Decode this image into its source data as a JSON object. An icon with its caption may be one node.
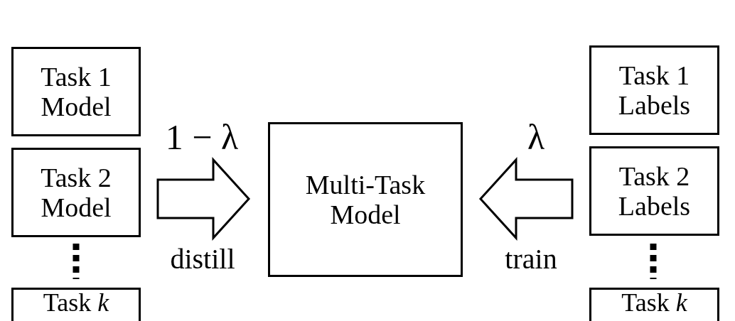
{
  "diagram": {
    "nodes": [
      {
        "text": [
          "Task 1 Model"
        ]
      },
      {
        "text": [
          "Task 2 Model"
        ]
      },
      {
        "text": [
          "Task *k*"
        ]
      },
      {
        "text": [
          "Multi-Task Model"
        ]
      },
      {
        "text": [
          "Task 1 Labels"
        ]
      },
      {
        "text": [
          "Task 2 Labels"
        ]
      },
      {
        "text": [
          "Task *k*"
        ]
      }
    ],
    "edges": [
      {
        "from": 1,
        "to": 3,
        "arrow": "to",
        "label": "distill"
      },
      {
        "from": 5,
        "to": 3,
        "arrow": "to",
        "label": "train"
      }
    ],
    "labels": [
      "1 − λ",
      "λ"
    ]
  }
}
